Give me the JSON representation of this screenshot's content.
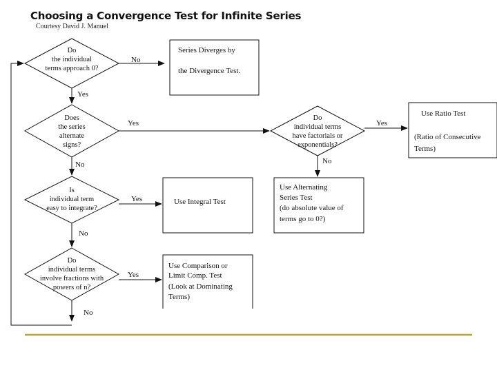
{
  "title": "Choosing a Convergence Test for Infinite Series",
  "courtesy": "Courtesy David J. Manuel",
  "colors": {
    "footer_rule": "#b8a42c",
    "lines": "#111111",
    "background": "#ffffff"
  },
  "decisions": {
    "d1": [
      "Do",
      "the individual",
      "terms approach 0?"
    ],
    "d2": [
      "Does",
      "the series",
      "alternate",
      "signs?"
    ],
    "d3": [
      "Is",
      "individual term",
      "easy to integrate?"
    ],
    "d4": [
      "Do",
      "individual terms",
      "involve fractions with",
      "powers of n?"
    ],
    "d5": [
      "Do",
      "individual terms",
      "have factorials or",
      "exponentials?"
    ]
  },
  "results": {
    "divergence": [
      "Series Diverges by",
      "",
      "the Divergence Test."
    ],
    "integral": [
      "Use Integral Test"
    ],
    "comparison": [
      "Use Comparison or",
      "Limit Comp. Test",
      "(Look at Dominating",
      "Terms)"
    ],
    "alternating": [
      "Use Alternating",
      "Series Test",
      "(do absolute value of",
      "terms go to 0?)"
    ],
    "ratio": [
      "Use Ratio Test",
      "",
      "(Ratio of Consecutive",
      "Terms)"
    ]
  },
  "edge_labels": {
    "d1_no": "No",
    "d1_yes": "Yes",
    "d2_yes": "Yes",
    "d2_no": "No",
    "d3_yes": "Yes",
    "d3_no": "No",
    "d4_yes": "Yes",
    "d4_no": "No",
    "d5_yes": "Yes",
    "d5_no": "No"
  }
}
